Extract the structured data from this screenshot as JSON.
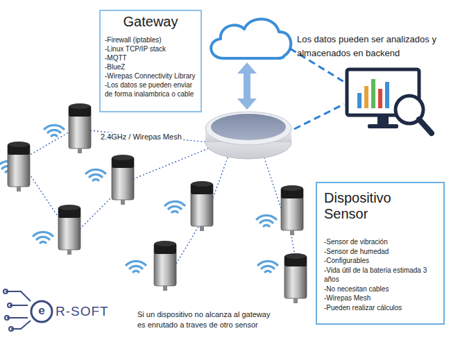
{
  "diagram": {
    "nodes": [
      {
        "text": [
          "Gateway",
          "-Firewall (iptables)",
          "-Linux TCP/IP stack",
          "-MQTT",
          "-BlueZ",
          "-Wirepas Connectivity Library",
          "-Los datos se pueden enviar de forma inalambrica o cable"
        ]
      },
      {
        "text": [
          "Dispositivo Sensor",
          "-Sensor de vibración",
          "-Sensor de humedad",
          "-Configurables",
          "-Vida útil de la bateria estimada 3 años",
          "-No necesitan cables",
          "-Wirepas Mesh",
          "-Pueden realizar cálculos"
        ]
      }
    ],
    "labels": [
      "Los datos pueden ser analizados y almacenados en backend",
      "2.4GHz / Wirepas Mesh",
      "Si un dispositivo no alcanza al gateway es enrutado a traves de otro sensor",
      "e",
      "R-SOFT"
    ]
  }
}
